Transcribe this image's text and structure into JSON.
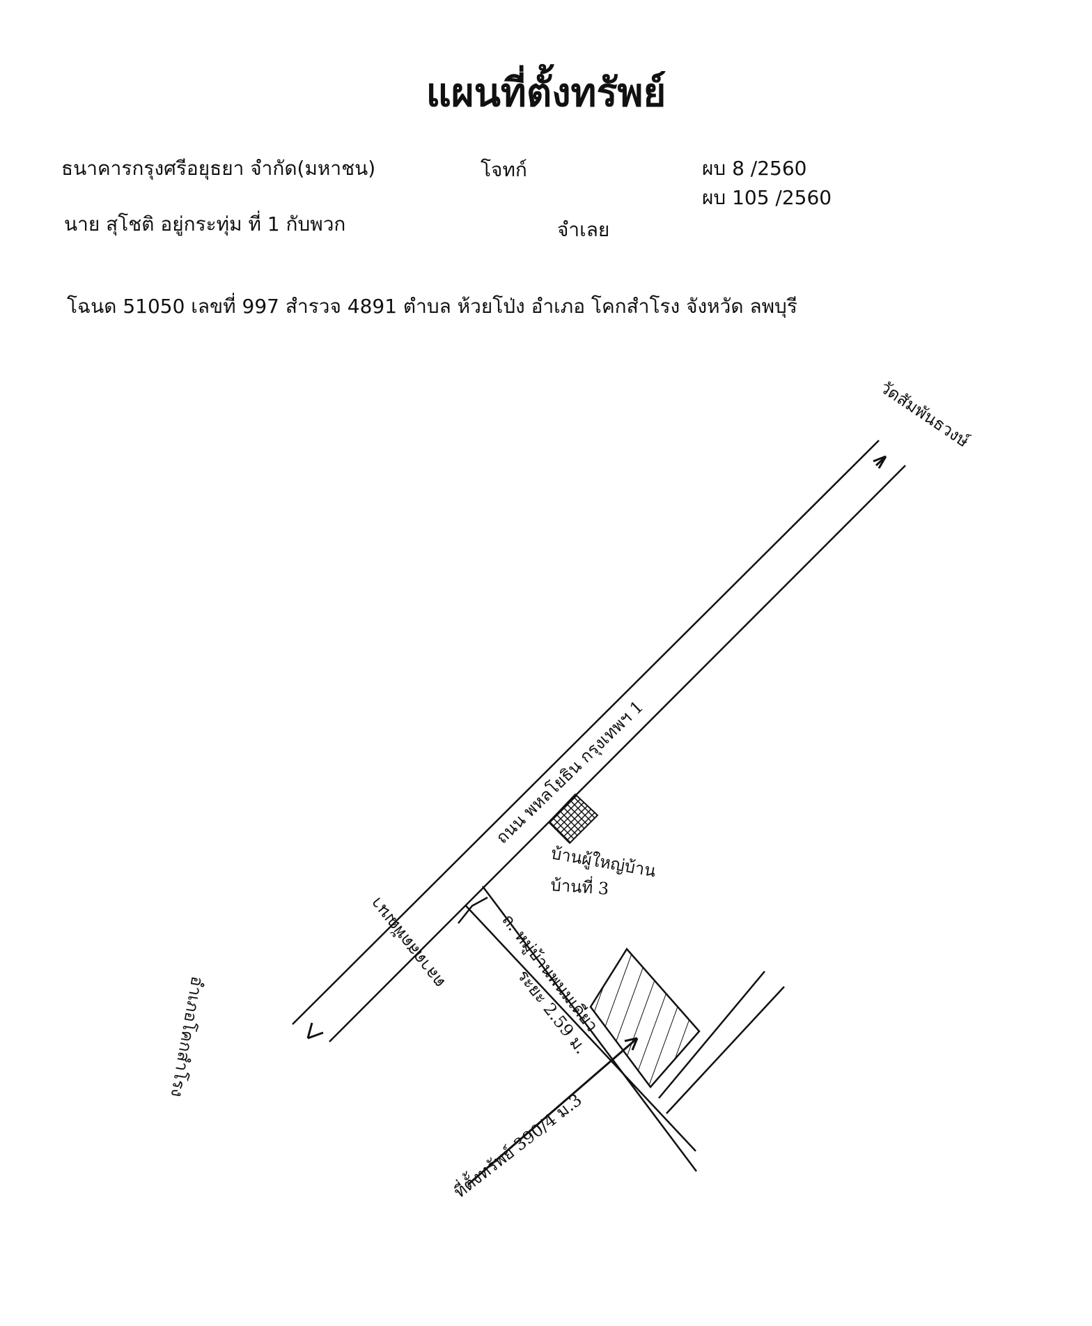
{
  "title": "แผนที่ตั้งทรัพย์",
  "parties": {
    "plaintiff_name": "ธนาคารกรุงศรีอยุธยา จำกัด(มหาชน)",
    "plaintiff_role": "โจทก์",
    "defendant_name": "นาย สุโชติ  อยู่กระทุ่ม ที่ 1 กับพวก",
    "defendant_role": "จำเลย"
  },
  "case_numbers": [
    "ผบ 8 /2560",
    "ผบ 105 /2560"
  ],
  "deed_line": "โฉนด 51050  เลขที่ 997  สำรวจ 4891  ตำบล ห้วยโป่ง  อำเภอ โคกสำโรง   จังหวัด ลพบุรี",
  "map": {
    "to_temple_label": "วัดสัมพันธวงษ์",
    "main_road_label": "ถนน พหลโยธิน  กรุงเทพฯ 1",
    "village_chief_label": "บ้านผู้ใหญ่บ้าน",
    "village_chief_moo": "บ้านที่ 3",
    "side_road_label": "ถ. หมู่บ้านพนมเดียว",
    "distance_label": "ระยะ 2.59 ม.",
    "property_label": "ที่ตั้งทรัพย์ 390/4 ม.3",
    "market_label": "ตลาดสดพัฒนา",
    "to_district_label": "อำเภอโคกสำโรง"
  }
}
